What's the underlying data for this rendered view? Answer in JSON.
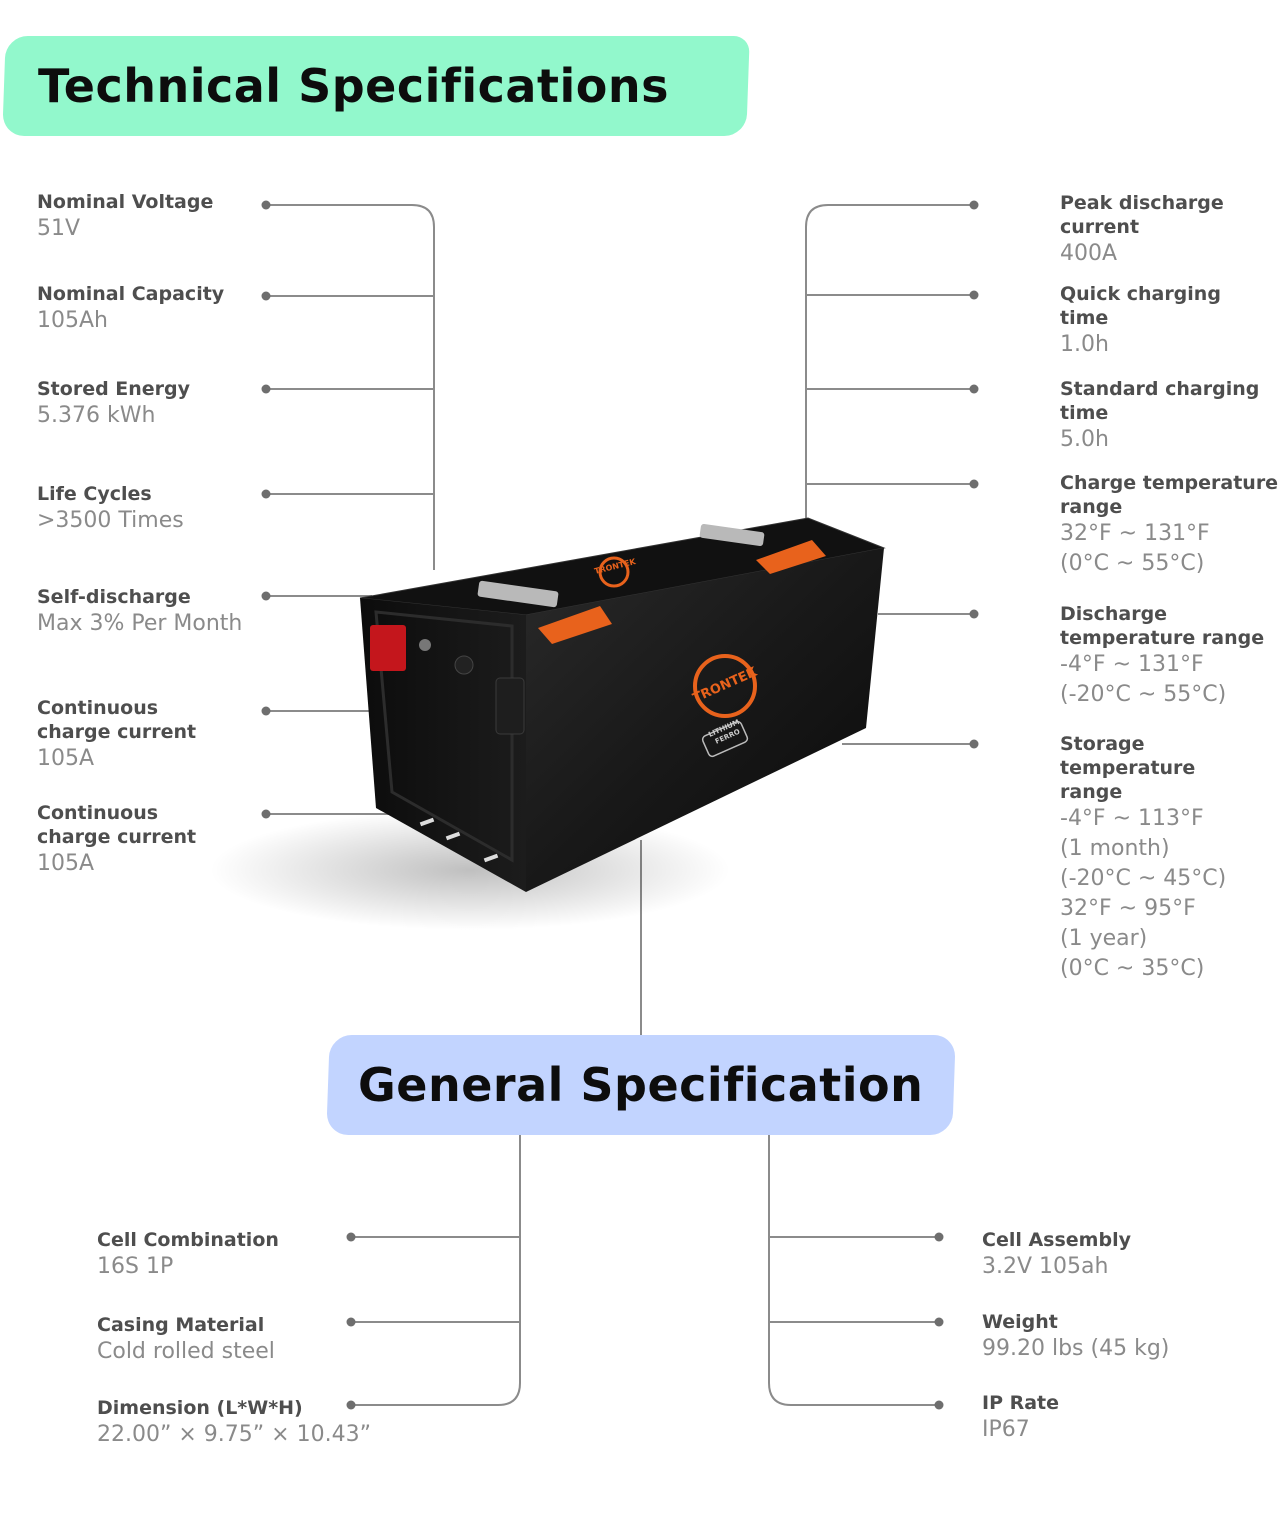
{
  "technical": {
    "title": "Technical Specifications",
    "left": [
      {
        "label": "Nominal Voltage",
        "value": "51V"
      },
      {
        "label": "Nominal Capacity",
        "value": "105Ah"
      },
      {
        "label": "Stored Energy",
        "value": "5.376 kWh"
      },
      {
        "label": "Life Cycles",
        "value": ">3500 Times"
      },
      {
        "label": "Self-discharge",
        "value": "Max 3% Per Month"
      },
      {
        "label": "Continuous\ncharge current",
        "value": "105A"
      },
      {
        "label": "Continuous\ncharge current",
        "value": "105A"
      }
    ],
    "right": [
      {
        "label": "Peak discharge\ncurrent",
        "value": "400A"
      },
      {
        "label": "Quick charging\ntime",
        "value": "1.0h"
      },
      {
        "label": "Standard charging\ntime",
        "value": "5.0h"
      },
      {
        "label": "Charge temperature\nrange",
        "value": "32°F ~ 131°F\n(0°C ~ 55°C)"
      },
      {
        "label": "Discharge\ntemperature range",
        "value": "-4°F ~ 131°F\n(-20°C ~ 55°C)"
      },
      {
        "label": "Storage temperature\nrange",
        "value": "-4°F ~ 113°F\n(1 month)\n(-20°C ~ 45°C)\n32°F ~ 95°F\n(1 year)\n(0°C ~ 35°C)"
      }
    ]
  },
  "general": {
    "title": "General Specification",
    "left": [
      {
        "label": "Cell Combination",
        "value": "16S 1P"
      },
      {
        "label": "Casing Material",
        "value": "Cold rolled steel"
      },
      {
        "label": "Dimension (L*W*H)",
        "value": "22.00” × 9.75” × 10.43”"
      }
    ],
    "right": [
      {
        "label": "Cell Assembly",
        "value": "3.2V 105ah"
      },
      {
        "label": "Weight",
        "value": "99.20 lbs (45 kg)"
      },
      {
        "label": "IP Rate",
        "value": "IP67"
      }
    ]
  },
  "product": {
    "brand": "TRONTEK",
    "sub_brand_top": "LITHIUM",
    "sub_brand_bottom": "FERRO",
    "accent_color": "#e8621c",
    "terminal_color": "#c4161c"
  },
  "colors": {
    "tech_banner": "#92f8cc",
    "general_banner": "#c2d4ff"
  }
}
